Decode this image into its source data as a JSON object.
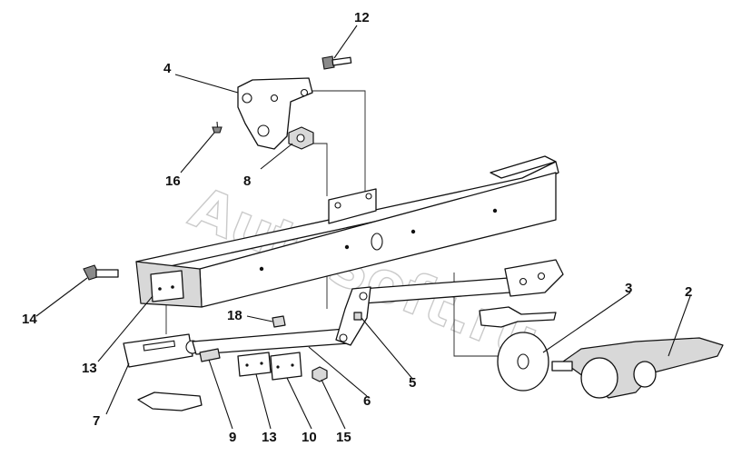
{
  "watermark": "AutoSoft.ru",
  "callouts": [
    "12",
    "4",
    "16",
    "8",
    "14",
    "13",
    "7",
    "18",
    "9",
    "13",
    "10",
    "15",
    "6",
    "5",
    "3",
    "2"
  ]
}
